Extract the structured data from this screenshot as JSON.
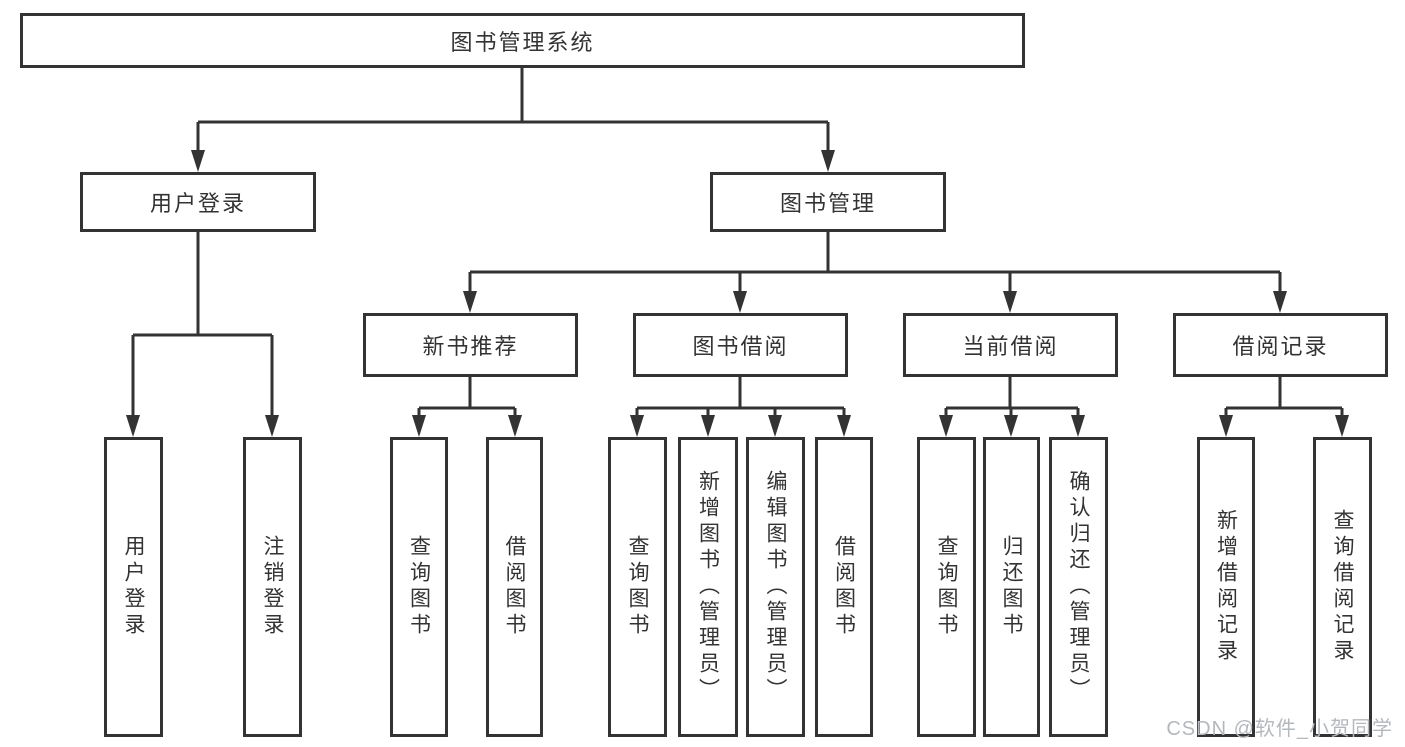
{
  "diagram": {
    "root": {
      "label": "图书管理系统"
    },
    "branches": [
      {
        "label": "用户登录",
        "leaves": [
          "用户登录",
          "注销登录"
        ]
      },
      {
        "label": "图书管理",
        "sections": [
          {
            "label": "新书推荐",
            "leaves": [
              "查询图书",
              "借阅图书"
            ]
          },
          {
            "label": "图书借阅",
            "leaves": [
              "查询图书",
              "新增图书（管理员）",
              "编辑图书（管理员）",
              "借阅图书"
            ]
          },
          {
            "label": "当前借阅",
            "leaves": [
              "查询图书",
              "归还图书",
              "确认归还（管理员）"
            ]
          },
          {
            "label": "借阅记录",
            "leaves": [
              "新增借阅记录",
              "查询借阅记录"
            ]
          }
        ]
      }
    ],
    "watermark": "CSDN @软件_小贺同学"
  },
  "colors": {
    "line": "#333333",
    "text": "#333333",
    "watermark": "#b3b8be",
    "background": "#ffffff"
  }
}
